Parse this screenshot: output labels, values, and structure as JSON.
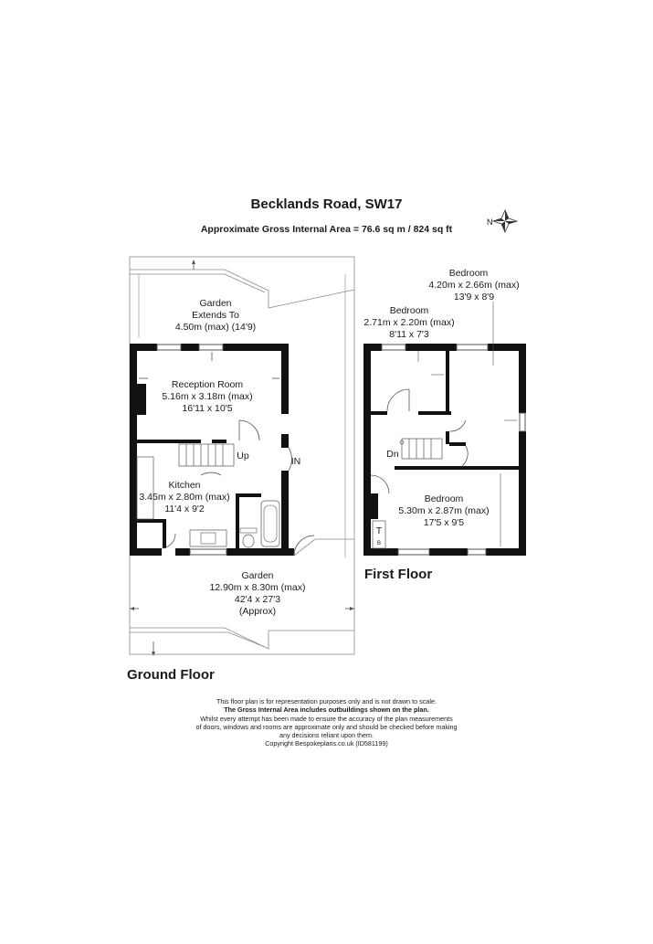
{
  "header": {
    "title": "Becklands Road, SW17",
    "subtitle": "Approximate Gross Internal Area = 76.6 sq m / 824 sq ft",
    "compass_label": "N"
  },
  "ground_floor": {
    "label": "Ground Floor",
    "garden_top": {
      "name": "Garden",
      "line2": "Extends To",
      "line3": "4.50m (max) (14'9)"
    },
    "reception": {
      "name": "Reception Room",
      "metric": "5.16m x 3.18m (max)",
      "imperial": "16'11 x 10'5"
    },
    "kitchen": {
      "name": "Kitchen",
      "metric": "3.45m x 2.80m (max)",
      "imperial": "11'4 x 9'2"
    },
    "stairs_label": "Up",
    "entrance_label": "IN",
    "garden_bottom": {
      "name": "Garden",
      "metric": "12.90m x 8.30m (max)",
      "imperial": "42'4 x 27'3",
      "note": "(Approx)"
    }
  },
  "first_floor": {
    "label": "First Floor",
    "bedroom_left": {
      "name": "Bedroom",
      "metric": "2.71m x 2.20m (max)",
      "imperial": "8'11 x 7'3"
    },
    "bedroom_right": {
      "name": "Bedroom",
      "metric": "4.20m x 2.66m (max)",
      "imperial": "13'9 x 8'9"
    },
    "bedroom_main": {
      "name": "Bedroom",
      "metric": "5.30m x 2.87m (max)",
      "imperial": "17'5 x 9'5"
    },
    "stairs_label": "Dn",
    "toilet_label": "T",
    "basin_label": "B"
  },
  "footer": {
    "line1": "This floor plan is for representation purposes only and is not drawn to scale.",
    "line2": "The Gross Internal Area includes outbuildings shown on the plan.",
    "line3": "Whilst every attempt has been made to ensure the accuracy of the plan measurements",
    "line4": "of doors, windows and rooms are approximate only and should be checked before making",
    "line5": "any decisions reliant upon them.",
    "line6": "Copyright Bespokeplans.co.uk (ID581199)"
  }
}
